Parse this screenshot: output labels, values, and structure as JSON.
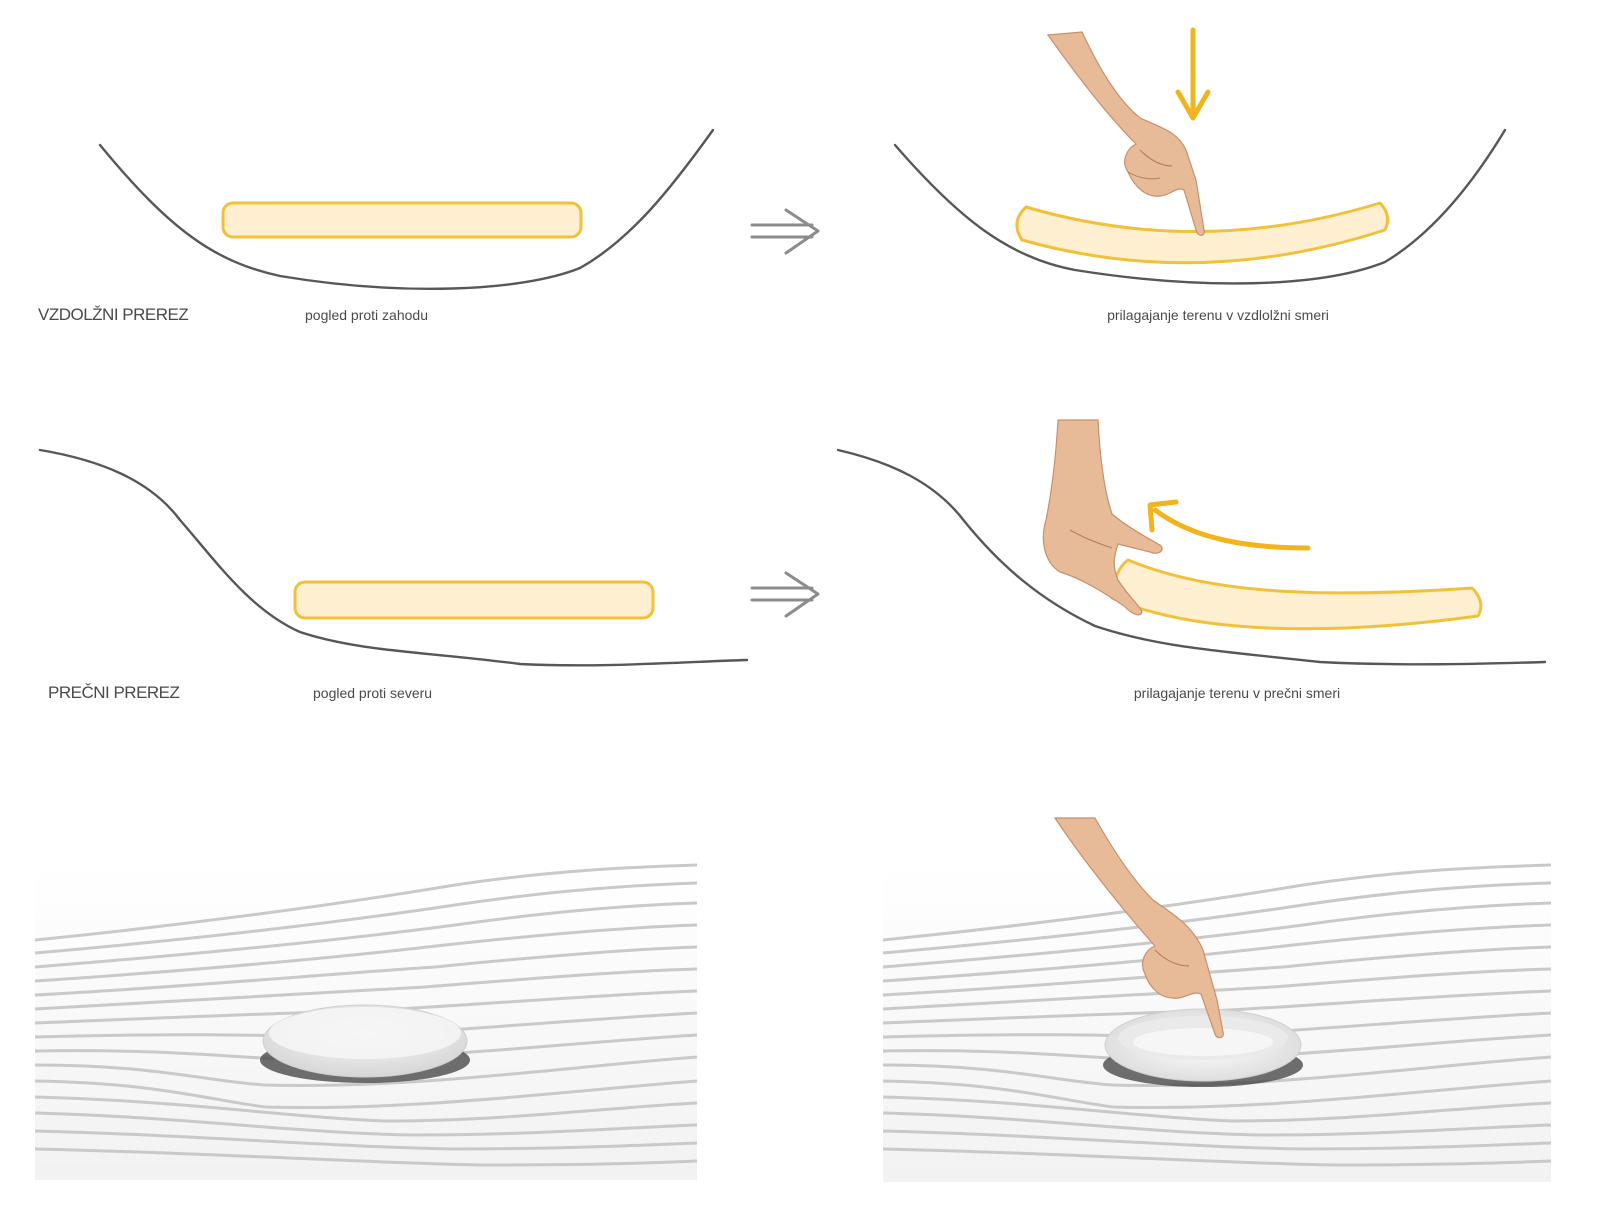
{
  "colors": {
    "terrain_line": "#57575a",
    "board_stroke": "#f0c13a",
    "board_fill": "#fdefcf",
    "arrow_gray": "#8c8c8c",
    "arrow_yellow": "#f2b41c",
    "skin": "#e8bb98",
    "skin_shadow": "#c88f6c"
  },
  "row1": {
    "section_label": "VZDOLŽNI PREREZ",
    "view_label": "pogled proti zahodu",
    "after_label": "prilagajanje terenu v vzdlolžni smeri"
  },
  "row2": {
    "section_label": "PREČNI PREREZ",
    "view_label": "pogled proti severu",
    "after_label": "prilagajanje terenu v prečni smeri"
  },
  "icons": {
    "transition_arrow": "double-line-right-arrow",
    "press_arrow": "down-arrow",
    "lift_arrow": "curved-up-left-arrow",
    "hand": "pointing-hand"
  }
}
